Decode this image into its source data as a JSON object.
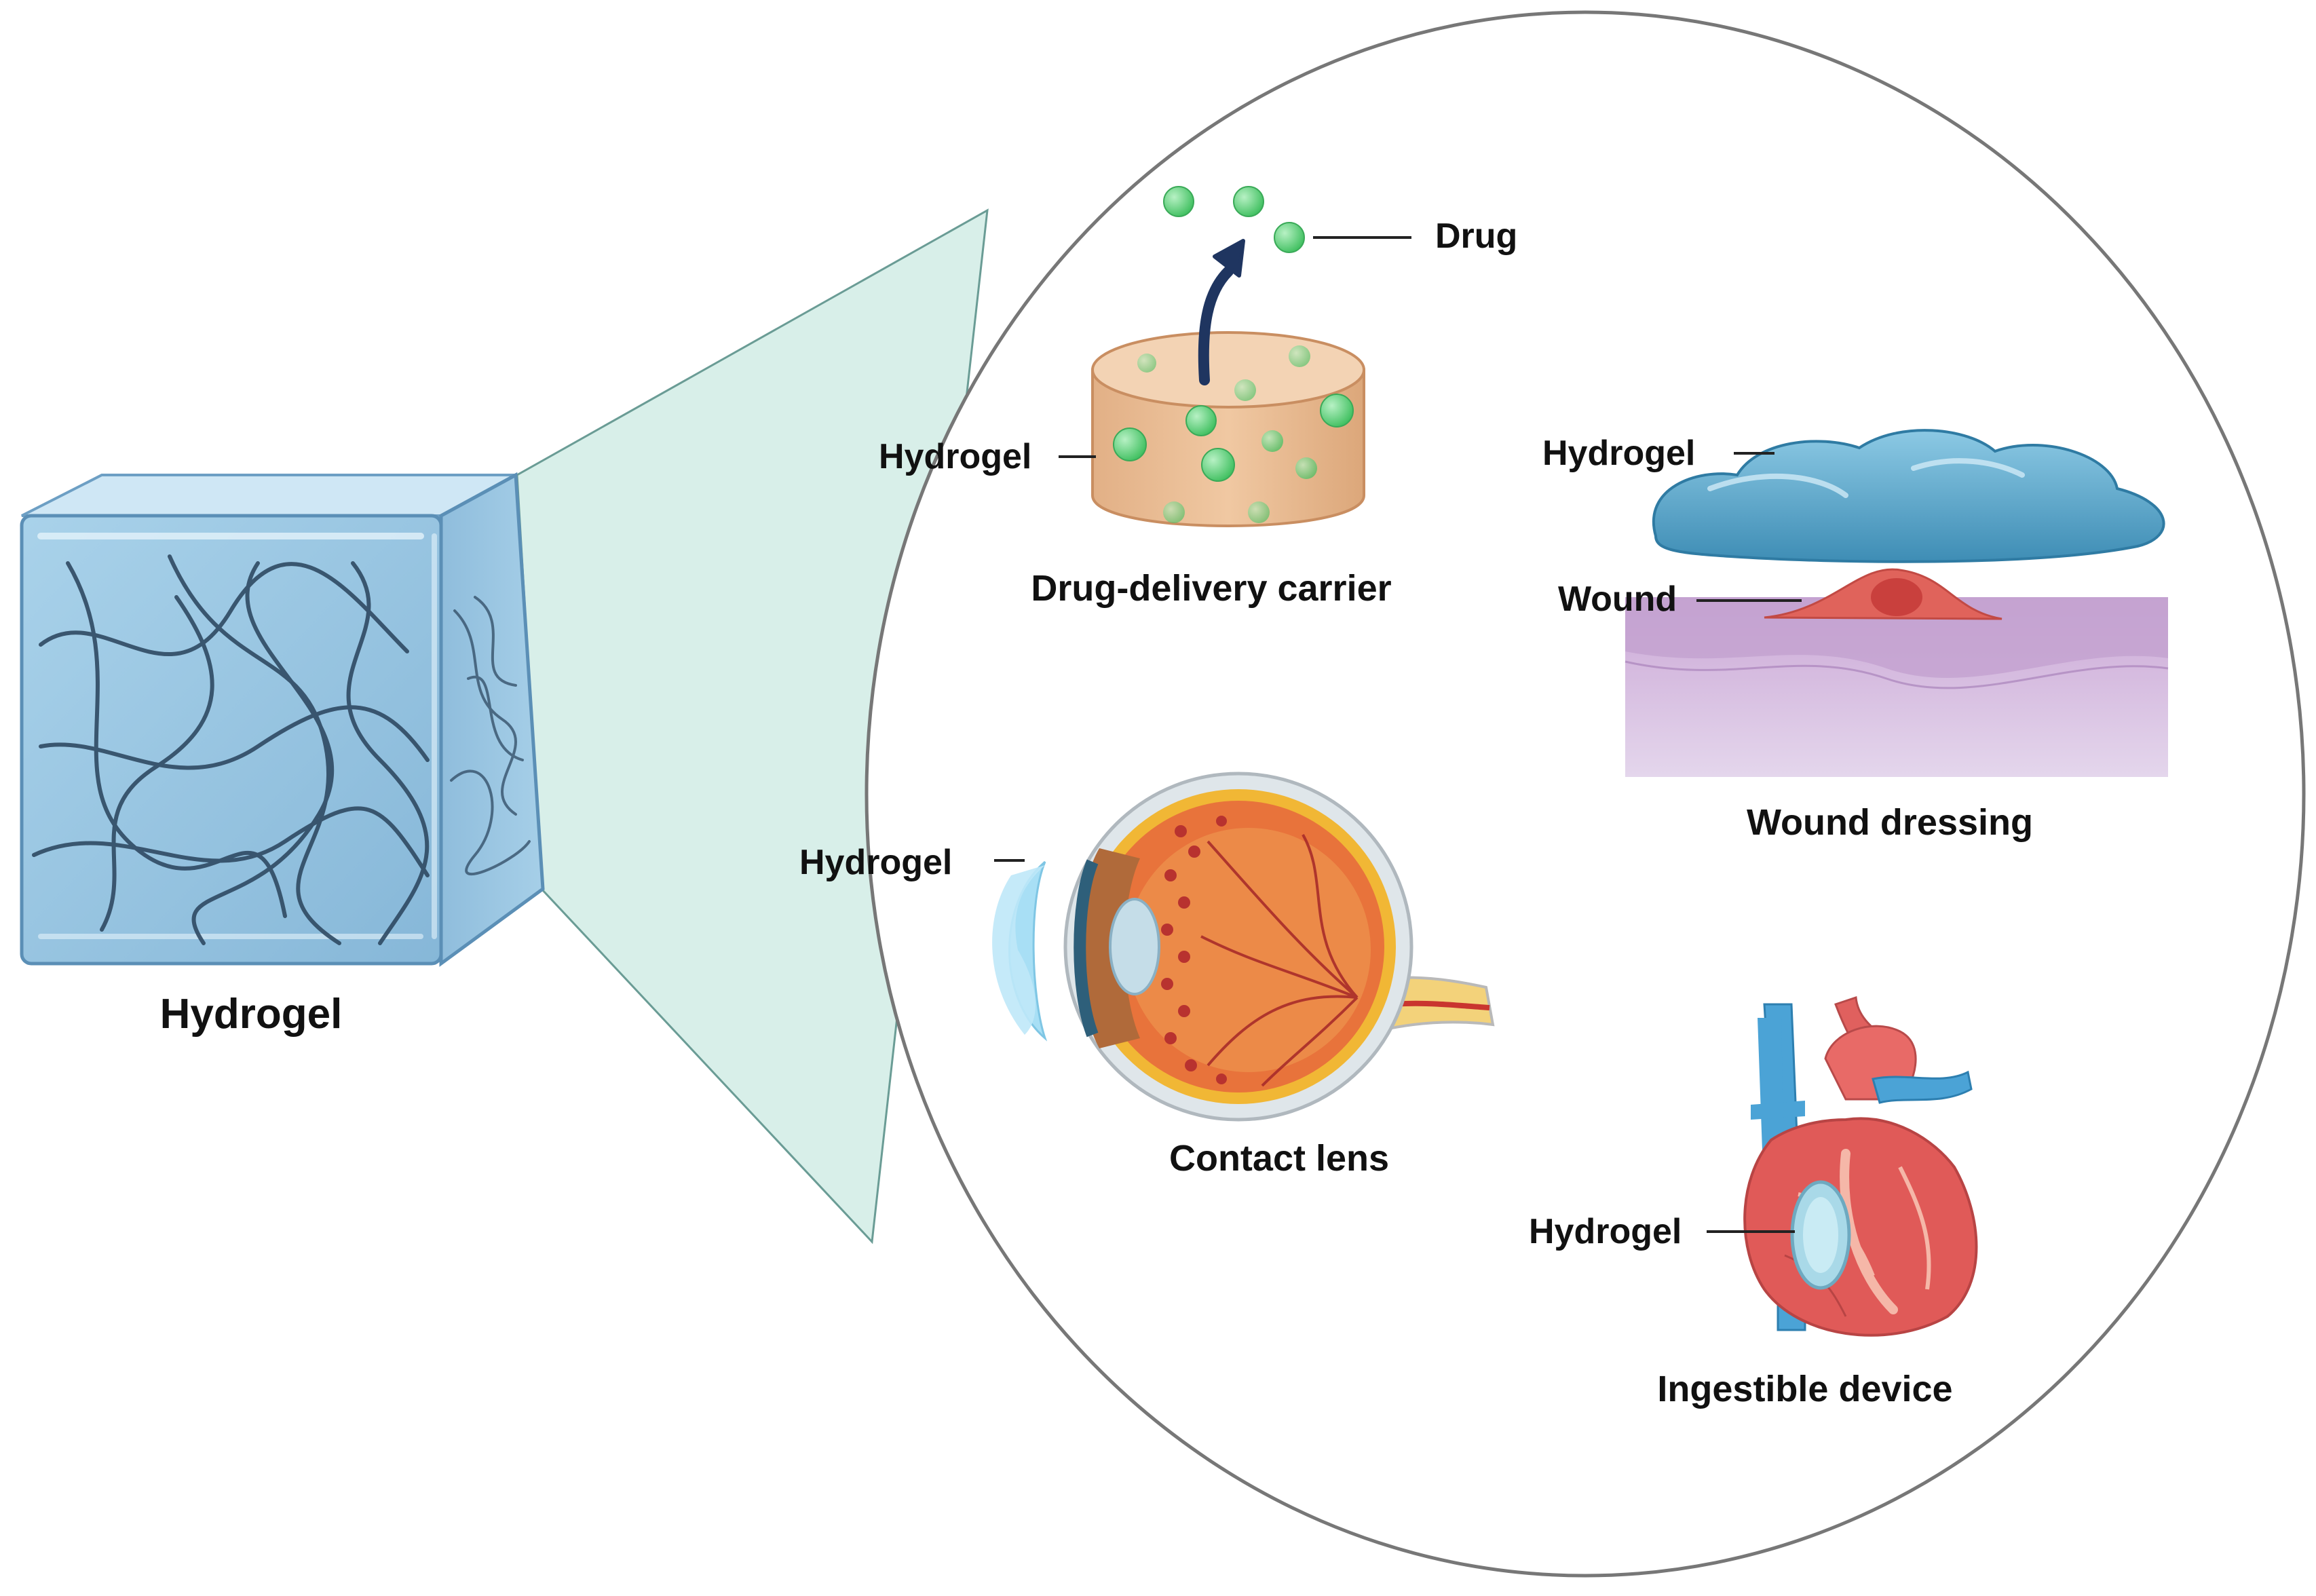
{
  "cube": {
    "label": "Hydrogel"
  },
  "applications": {
    "drug_delivery": {
      "title": "Drug-delivery carrier",
      "hydrogel_label": "Hydrogel",
      "drug_label": "Drug"
    },
    "wound_dressing": {
      "title": "Wound dressing",
      "hydrogel_label": "Hydrogel",
      "wound_label": "Wound"
    },
    "contact_lens": {
      "title": "Contact lens",
      "hydrogel_label": "Hydrogel"
    },
    "ingestible_device": {
      "title": "Ingestible device",
      "hydrogel_label": "Hydrogel"
    }
  },
  "colors": {
    "cube_face": "#9cc8e3",
    "cube_edge": "#5b8fb6",
    "polymer_strand": "#2f4a63",
    "zoom_cone": "#d8efe9",
    "drug_particle": "#5fd17a",
    "carrier": "#e8b990",
    "arrow": "#1f3560",
    "dressing": "#5ba5c7",
    "wound": "#e0635b",
    "skin_top": "#c8a9d3",
    "skin_bottom": "#e2d3ea",
    "lens": "#a8dff5",
    "eye_body": "#e0662f",
    "heart": "#e05a58",
    "vessel_blue": "#4ba3d6"
  }
}
